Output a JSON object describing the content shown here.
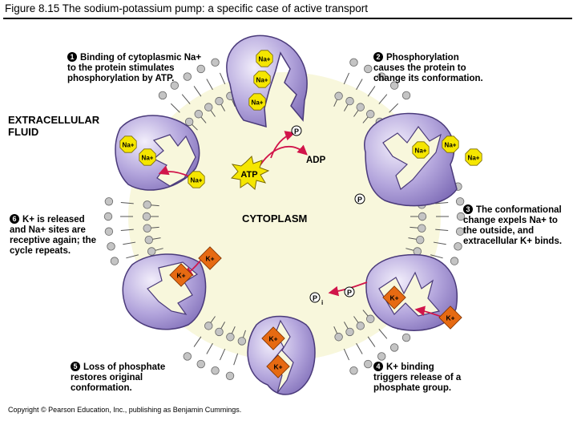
{
  "title": "Figure 8.15  The sodium-potassium pump: a specific case of active transport",
  "labels": {
    "extracellular": [
      "EXTRACELLULAR",
      "FLUID"
    ],
    "cytoplasm": "CYTOPLASM",
    "atp": "ATP",
    "adp": "ADP",
    "phosphate": "P",
    "inorganic_phosphate": "P",
    "inorganic_subscript": "i",
    "na": "Na+",
    "k": "K+"
  },
  "steps": [
    {
      "num": "1",
      "lines": [
        "Binding of cytoplasmic Na+",
        "to the protein stimulates",
        "phosphorylation by ATP."
      ]
    },
    {
      "num": "2",
      "lines": [
        "Phosphorylation",
        "causes the protein to",
        "change its conformation."
      ]
    },
    {
      "num": "3",
      "lines": [
        "The conformational",
        "change expels Na+ to",
        "the outside, and",
        "extracellular K+ binds."
      ]
    },
    {
      "num": "4",
      "lines": [
        "K+ binding",
        "triggers release of a",
        "phosphate group."
      ]
    },
    {
      "num": "5",
      "lines": [
        "Loss of phosphate",
        "restores original",
        "conformation."
      ]
    },
    {
      "num": "6",
      "lines": [
        "K+ is released",
        "and Na+ sites are",
        "receptive again; the",
        "cycle repeats."
      ]
    }
  ],
  "copyright": "Copyright © Pearson Education, Inc., publishing as Benjamin Cummings.",
  "colors": {
    "cytoplasm": "#f8f7dc",
    "protein": "#a898d2",
    "protein_edge": "#4a3a7a",
    "sodium": "#f5e600",
    "potassium": "#e66a12",
    "arrow": "#d1154a",
    "phospholipid_head": "#c4c4c4"
  }
}
